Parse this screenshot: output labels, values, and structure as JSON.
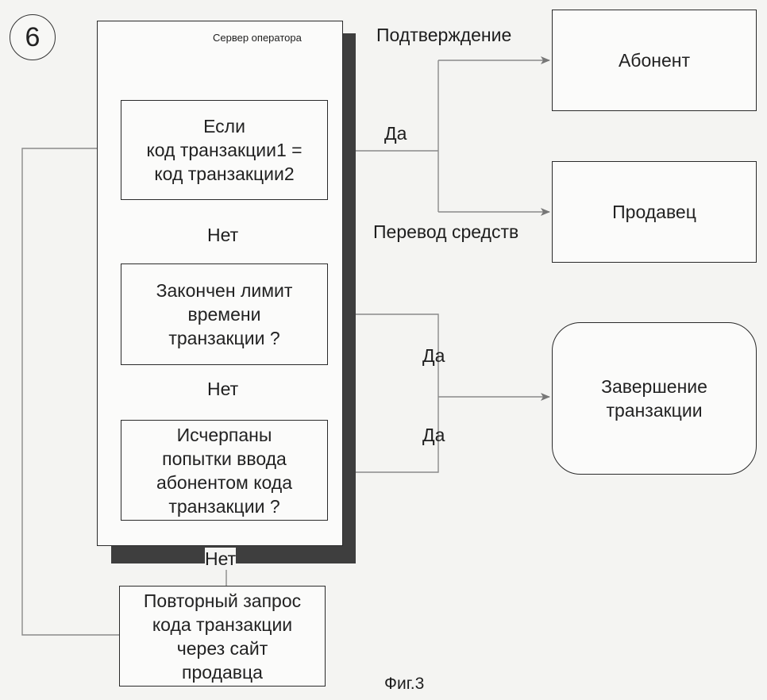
{
  "figure_number": "6",
  "server_title": "Сервер оператора",
  "boxes": {
    "check_code": "Если\nкод транзакции1 =\nкод транзакции2",
    "time_limit": "Закончен лимит\nвремени\nтранзакции ?",
    "attempts": "Исчерпаны\nпопытки ввода\nабонентом кода\nтранзакции ?",
    "retry": "Повторный запрос\nкода транзакции\nчерез сайт\nпродавца",
    "subscriber": "Абонент",
    "seller": "Продавец",
    "finish": "Завершение\nтранзакции"
  },
  "labels": {
    "confirmation": "Подтверждение",
    "transfer": "Перевод средств",
    "yes_1": "Да",
    "yes_2": "Да",
    "yes_3": "Да",
    "no_1": "Нет",
    "no_2": "Нет",
    "no_3": "Нет"
  },
  "caption": "Фиг.3"
}
